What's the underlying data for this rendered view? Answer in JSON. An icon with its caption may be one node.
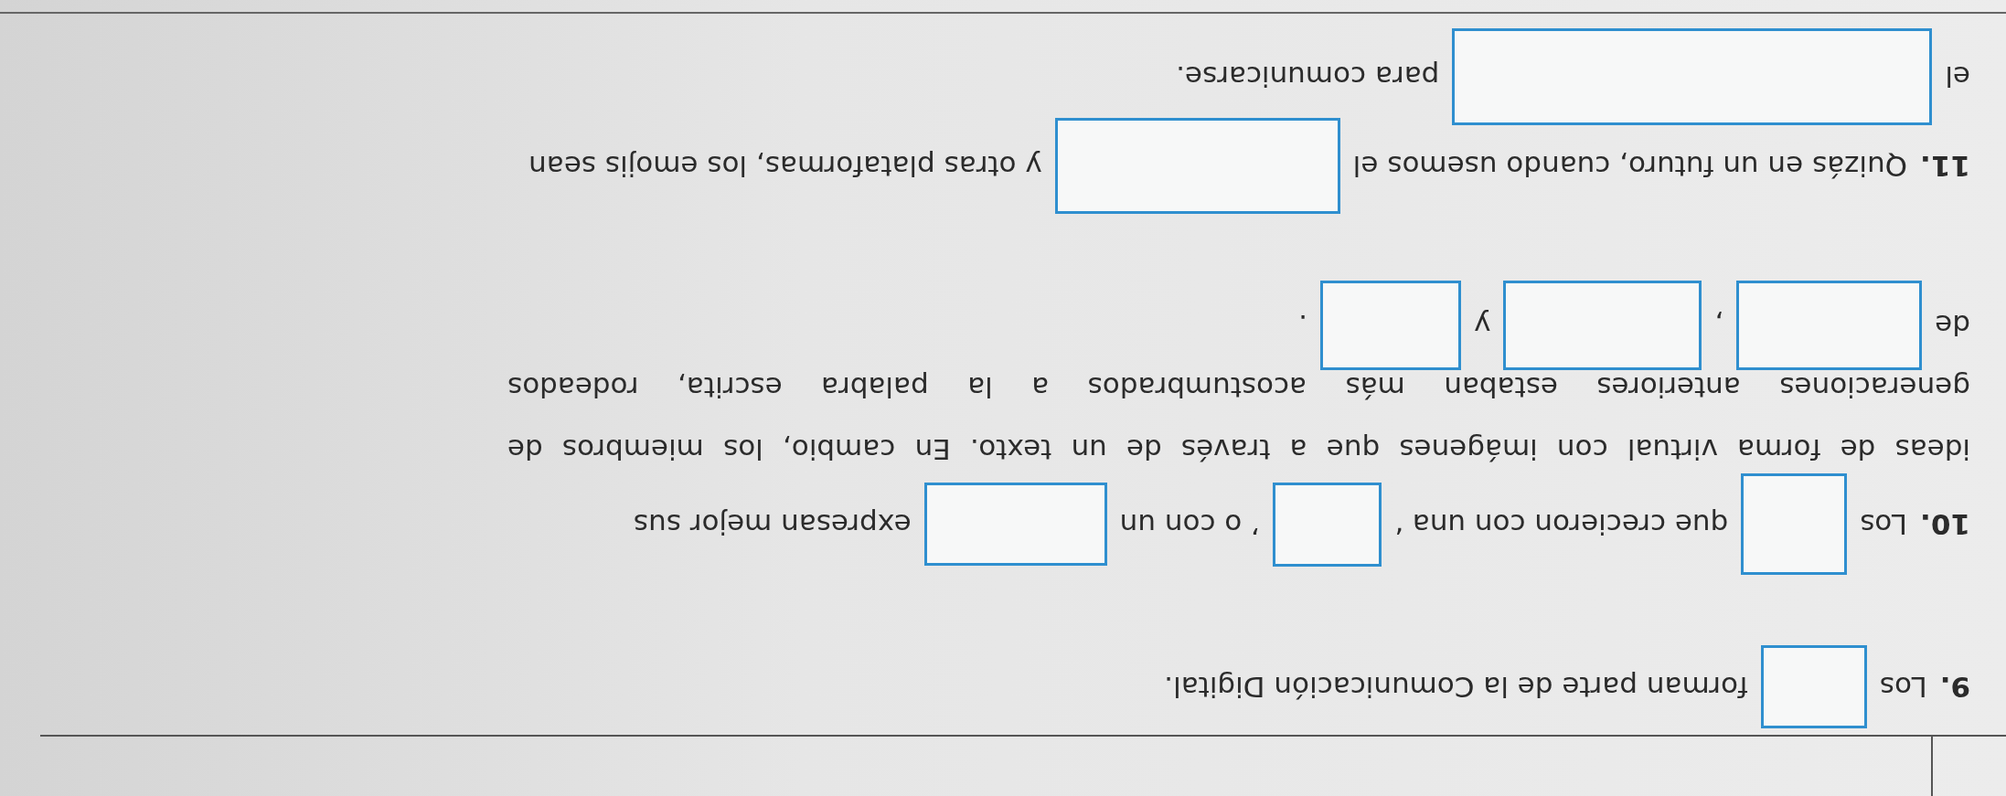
{
  "diagram": {
    "labels": [
      "9.",
      "Los",
      "forman parte de la Comunicación Digital.",
      "10.",
      "Los",
      "que crecieron con una ‘",
      "’ o con un",
      "expresan mejor sus",
      "ideas de forma virtual con imágenes que a través de un texto. En cambio, los miembros de",
      "generaciones anteriores estaban más acostumbrados a la palabra escrita, rodeados",
      "de",
      ",",
      "y",
      ".",
      "11.",
      "Quizás en un futuro, cuando usemos el",
      "y otras plataformas, los emojis sean",
      "el",
      "para comunicarse."
    ]
  }
}
